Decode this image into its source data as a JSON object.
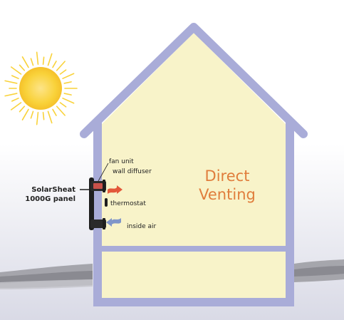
{
  "diagram": {
    "title_line1": "Direct",
    "title_line2": "Venting",
    "panel_label_line1": "SolarSheat",
    "panel_label_line2": "1000G panel",
    "labels": {
      "fan_unit": "fan unit",
      "wall_diffuser": "wall diffuser",
      "thermostat": "thermostat",
      "inside_air": "inside air"
    }
  },
  "colors": {
    "sky_top": "#ffffff",
    "sky_bottom": "#dcdde8",
    "house_wall": "#f8f3c9",
    "house_outline": "#a9acd8",
    "sun": "#f9d23a",
    "title": "#e07d3c",
    "panel": "#1e1e1e",
    "hot_air_arrow": "#e3583a",
    "cool_air_arrow": "#7f95c9",
    "ground": "#8e8e92"
  },
  "icons": {
    "sun": "sun-icon",
    "hot_air": "hot-air-arrow-icon",
    "cool_air": "cool-air-arrow-icon"
  }
}
